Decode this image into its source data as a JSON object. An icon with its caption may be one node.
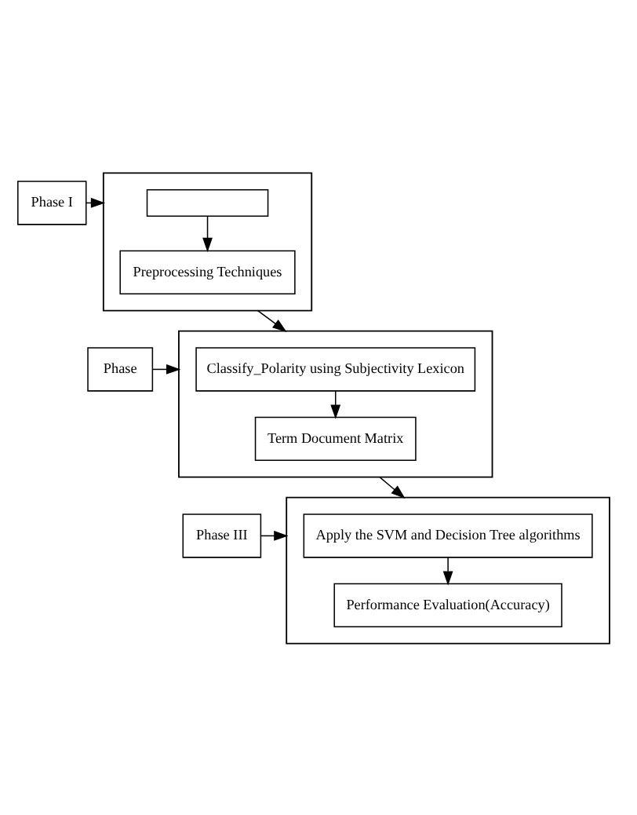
{
  "diagram": {
    "nodes": [
      {
        "text": [
          "Phase I"
        ]
      },
      {
        "text": [],
        "shape": "box"
      },
      {
        "text": [],
        "shape": "box",
        "in": 1
      },
      {
        "text": [
          "Preprocessing Techniques"
        ],
        "in": 1
      },
      {
        "text": [
          "Phase"
        ]
      },
      {
        "text": [],
        "shape": "box"
      },
      {
        "text": [
          "Classify_Polarity using Subjectivity Lexicon"
        ],
        "in": 5
      },
      {
        "text": [
          "Term Document Matrix"
        ],
        "in": 5
      },
      {
        "text": [
          "Phase III"
        ]
      },
      {
        "text": [],
        "shape": "box"
      },
      {
        "text": [
          "Apply the SVM and Decision Tree algorithms"
        ],
        "in": 9
      },
      {
        "text": [
          "Performance Evaluation(Accuracy)"
        ],
        "in": 9
      }
    ],
    "edges": [
      {
        "from": 0,
        "to": 1,
        "arrow": "to"
      },
      {
        "from": 2,
        "to": 3,
        "arrow": "to"
      },
      {
        "from": 1,
        "to": 5,
        "arrow": "to"
      },
      {
        "from": 4,
        "to": 5,
        "arrow": "to"
      },
      {
        "from": 6,
        "to": 7,
        "arrow": "to"
      },
      {
        "from": 5,
        "to": 9,
        "arrow": "to"
      },
      {
        "from": 8,
        "to": 9,
        "arrow": "to"
      },
      {
        "from": 10,
        "to": 11,
        "arrow": "to"
      }
    ]
  }
}
